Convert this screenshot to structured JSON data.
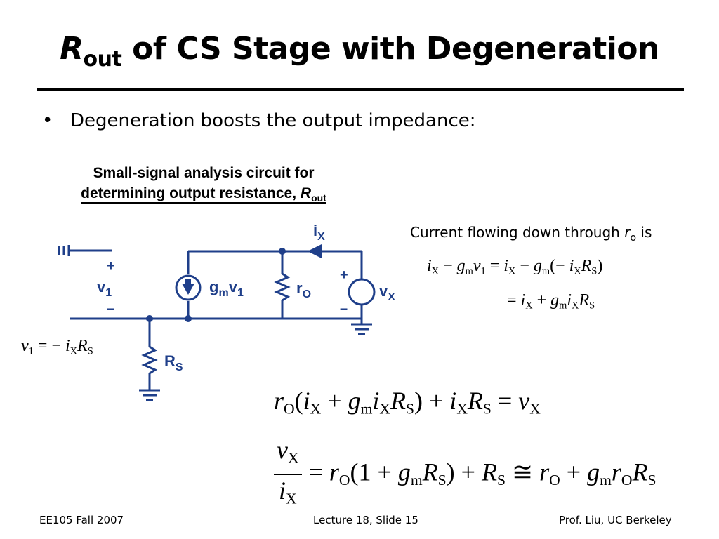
{
  "title": {
    "r": "R",
    "sub": "out",
    "rest": " of CS Stage with Degeneration"
  },
  "bullet": {
    "glyph": "•",
    "text": "Degeneration boosts the output impedance:"
  },
  "caption": {
    "line1": "Small-signal analysis circuit for",
    "line2": "determining output resistance, ",
    "r": "R",
    "sub": "out"
  },
  "circuit": {
    "ix_label": "i",
    "ix_sub": "X",
    "v1_label": "v",
    "v1_sub": "1",
    "plus": "+",
    "minus": "–",
    "gm_label": "g",
    "gm_sub": "m",
    "gm_v": "v",
    "gm_vsub": "1",
    "ro_label": "r",
    "ro_sub": "O",
    "vx_label": "v",
    "vx_sub": "X",
    "rs_label": "R",
    "rs_sub": "S",
    "colors": {
      "wire": "#1f3f8a",
      "component": "#1f3f8a",
      "text": "#1f3f8a"
    }
  },
  "right_caption": {
    "text": "Current flowing down through ",
    "r": "r",
    "sub": "o",
    "tail": " is"
  },
  "equations": {
    "eq1": "i_X − g_m v_1 = i_X − g_m(−i_X R_S)",
    "eq2": "= i_X + g_m i_X R_S",
    "v1": "v_1 = −i_X R_S",
    "eq3": "r_O(i_X + g_m i_X R_S) + i_X R_S = v_X",
    "eq4": "v_X / i_X = r_O(1 + g_m R_S) + R_S ≅ r_O + g_m r_O R_S"
  },
  "footer": {
    "left": "EE105 Fall 2007",
    "center": "Lecture 18, Slide 15",
    "right": "Prof. Liu, UC Berkeley"
  }
}
